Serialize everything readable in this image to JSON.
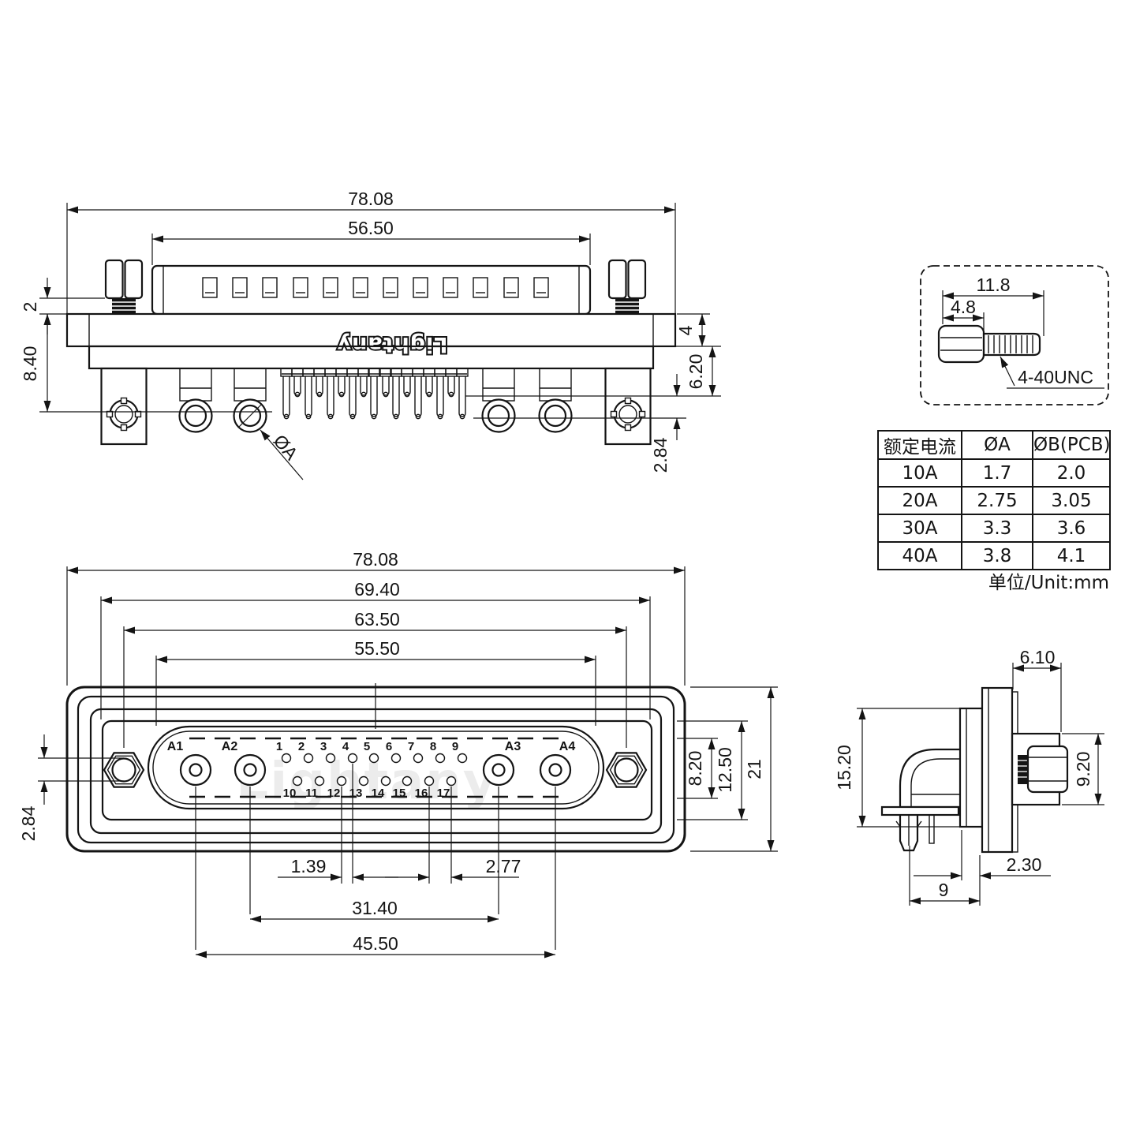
{
  "brand": {
    "engraving": "Lightany",
    "watermark": "Lightany"
  },
  "rear_view": {
    "dims": {
      "overall_width": "78.08",
      "housing_width": "56.50",
      "lip": "2",
      "bracket_drop": "8.40",
      "flange_thickness": "4",
      "standoff": "6.20",
      "pin_stagger": "2.84"
    },
    "phi_a_callout": "ØA"
  },
  "screw_detail": {
    "dims": {
      "total_length": "11.8",
      "head_length": "4.8"
    },
    "thread_label": "4-40UNC"
  },
  "spec_table": {
    "headers": [
      "额定电流",
      "ØA",
      "ØB(PCB)"
    ],
    "rows": [
      [
        "10A",
        "1.7",
        "2.0"
      ],
      [
        "20A",
        "2.75",
        "3.05"
      ],
      [
        "30A",
        "3.3",
        "3.6"
      ],
      [
        "40A",
        "3.8",
        "4.1"
      ]
    ],
    "unit_note": "单位/Unit:mm"
  },
  "front_view": {
    "dims": {
      "overall_width": "78.08",
      "frame_width": "69.40",
      "nut_span": "63.50",
      "insert_width": "55.50",
      "row_offset": "2.84",
      "insert_height": "8.20",
      "frame_height": "12.50",
      "overall_height": "21",
      "half_pitch": "1.39",
      "pitch": "2.77",
      "a2_a3_span": "31.40",
      "a1_a4_span": "45.50"
    },
    "pins": {
      "power": [
        "A1",
        "A2",
        "A3",
        "A4"
      ],
      "top": [
        "1",
        "2",
        "3",
        "4",
        "5",
        "6",
        "7",
        "8",
        "9"
      ],
      "bottom": [
        "10",
        "11",
        "12",
        "13",
        "14",
        "15",
        "16",
        "17"
      ]
    }
  },
  "side_view": {
    "dims": {
      "flange_front": "6.10",
      "body_height": "15.20",
      "barrel_height": "9.20",
      "pin_to_face": "2.30",
      "depth": "9"
    }
  }
}
